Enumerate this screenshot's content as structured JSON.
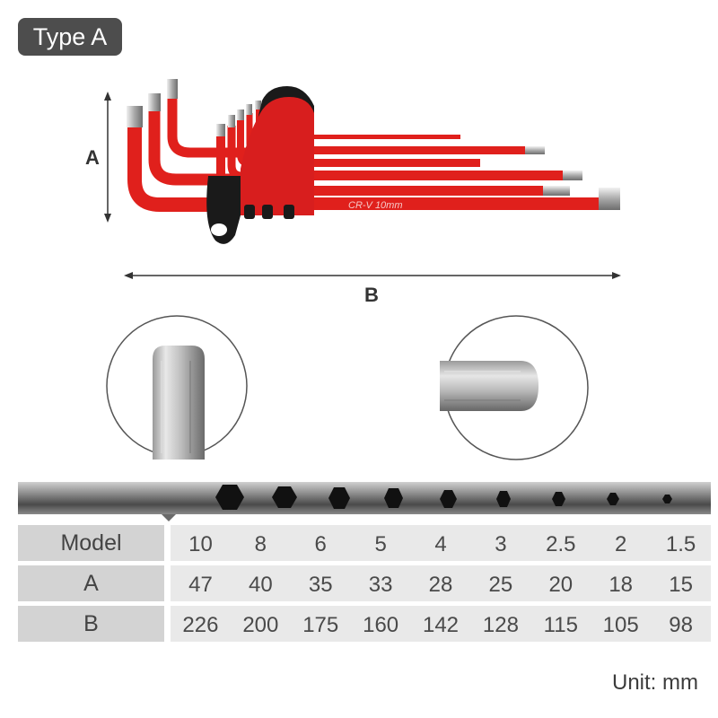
{
  "badge": {
    "label": "Type A"
  },
  "diagram": {
    "dim_a_label": "A",
    "dim_b_label": "B",
    "key_engraving": "CR-V  10mm"
  },
  "table": {
    "rows": [
      {
        "header": "Model",
        "values": [
          "10",
          "8",
          "6",
          "5",
          "4",
          "3",
          "2.5",
          "2",
          "1.5"
        ]
      },
      {
        "header": "A",
        "values": [
          "47",
          "40",
          "35",
          "33",
          "28",
          "25",
          "20",
          "18",
          "15"
        ]
      },
      {
        "header": "B",
        "values": [
          "226",
          "200",
          "175",
          "160",
          "142",
          "128",
          "115",
          "105",
          "98"
        ]
      }
    ]
  },
  "unit_label": "Unit: mm",
  "colors": {
    "wrench_red": "#e0201c",
    "holder_red": "#d81e1e",
    "badge_bg": "#4d4d4d"
  }
}
